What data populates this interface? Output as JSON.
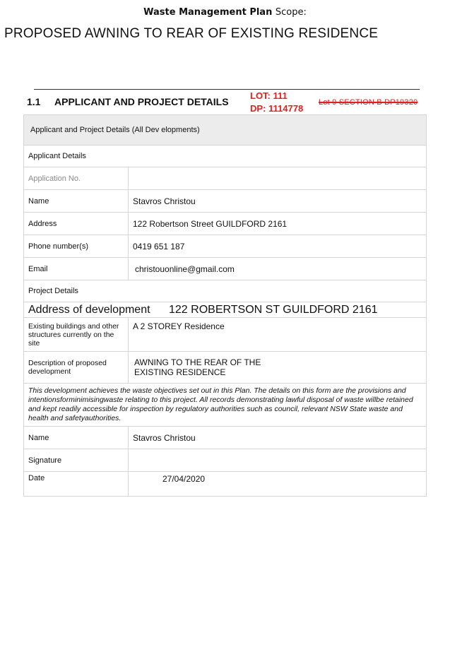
{
  "header": {
    "title": "Waste Management Plan",
    "title_suffix": "Scope:",
    "heading": "PROPOSED AWNING TO REAR OF EXISTING RESIDENCE"
  },
  "section": {
    "number": "1.1",
    "title": "APPLICANT AND PROJECT DETAILS",
    "lot": "LOT: 111",
    "dp": "DP: 1114778",
    "old_lot": "Lot 9 SECTION B DP19320"
  },
  "form": {
    "header": "Applicant  and  Project  Details  (All  Dev elopments)",
    "applicant_section": "Applicant Details",
    "application_no_label": "Application No.",
    "application_no_value": "",
    "name_label": "Name",
    "name_value": "Stavros Christou",
    "address_label": "Address",
    "address_value": "122 Robertson Street GUILDFORD 2161",
    "phone_label": "Phone number(s)",
    "phone_value": "0419 651 187",
    "email_label": "Email",
    "email_value": "christouonline@gmail.com",
    "project_section": "Project Details",
    "dev_address_label": "Address  of  development",
    "dev_address_value": "122 ROBERTSON ST GUILDFORD 2161",
    "existing_label": "Existing buildings and other structures currently on the site",
    "existing_value": "A 2 STOREY Residence",
    "description_label": "Description of proposed development",
    "description_value_1": "AWNING TO THE REAR OF THE",
    "description_value_2": "EXISTING RESIDENCE",
    "declaration": "This development achieves the waste objectives set out in this Plan. The details on this form are the provisions and intentionsforminimisingwaste relating to this project. All records demonstrating lawful disposal of waste willbe retained and kept readily accessible for inspection by regulatory authorities such as council, relevant NSW State waste and health and safetyauthorities.",
    "sign_name_label": "Name",
    "sign_name_value": "Stavros Christou",
    "signature_label": "Signature",
    "signature_value": "",
    "date_label": "Date",
    "date_value": "27/04/2020"
  }
}
